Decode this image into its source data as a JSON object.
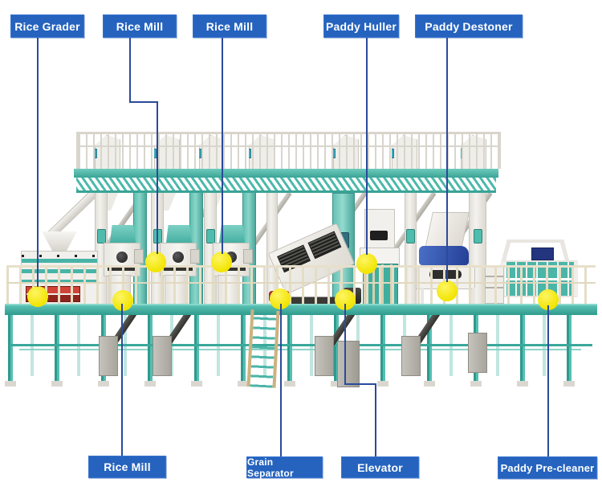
{
  "diagram": {
    "type": "labeled-equipment-diagram",
    "subject": "rice mill production line",
    "labels": {
      "top": [
        {
          "text": "Rice Grader"
        },
        {
          "text": "Rice Mill"
        },
        {
          "text": "Rice Mill"
        },
        {
          "text": "Paddy Huller"
        },
        {
          "text": "Paddy Destoner"
        }
      ],
      "bottom": [
        {
          "text": "Rice Mill"
        },
        {
          "text": "Grain Separator"
        },
        {
          "text": "Elevator"
        },
        {
          "text": "Paddy Pre-cleaner"
        }
      ]
    },
    "markers": {
      "count": 9,
      "shape": "circle",
      "color": "#f2e400"
    },
    "colors": {
      "label_background": "#2563be",
      "label_text": "#ffffff",
      "callout_line": "#2b4a9b",
      "marker_yellow": "#f2e400",
      "machinery_teal": "#45b3a8",
      "machinery_white": "#efede8",
      "railing_beige": "#e4ddc6",
      "tarp_blue": "#2e4fae",
      "accent_red": "#c03428",
      "background": "#ffffff"
    }
  }
}
